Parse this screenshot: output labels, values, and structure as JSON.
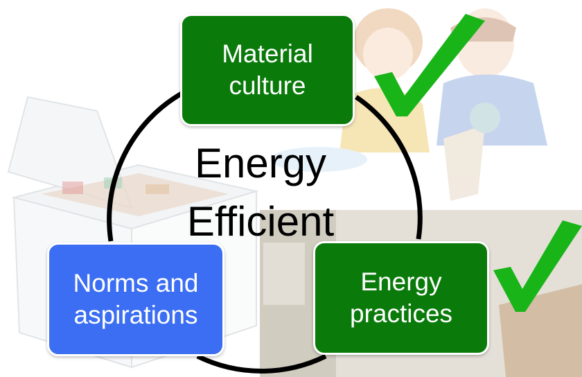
{
  "diagram": {
    "center_label_line1": "Energy",
    "center_label_line2": "Efficient",
    "nodes": [
      {
        "id": "material",
        "line1": "Material",
        "line2": "culture",
        "color": "#0a7a0a",
        "checked": true
      },
      {
        "id": "practices",
        "line1": "Energy",
        "line2": "practices",
        "color": "#0a7a0a",
        "checked": true
      },
      {
        "id": "norms",
        "line1": "Norms and",
        "line2": "aspirations",
        "color": "#3b6ef2",
        "checked": false
      }
    ],
    "check_color": "#18b418",
    "circle_color": "#000000"
  },
  "icons": {
    "freezer": "chest-freezer-image",
    "people": "people-washing-dishes-illustration",
    "room": "room-photo",
    "check": "check-mark-icon"
  }
}
